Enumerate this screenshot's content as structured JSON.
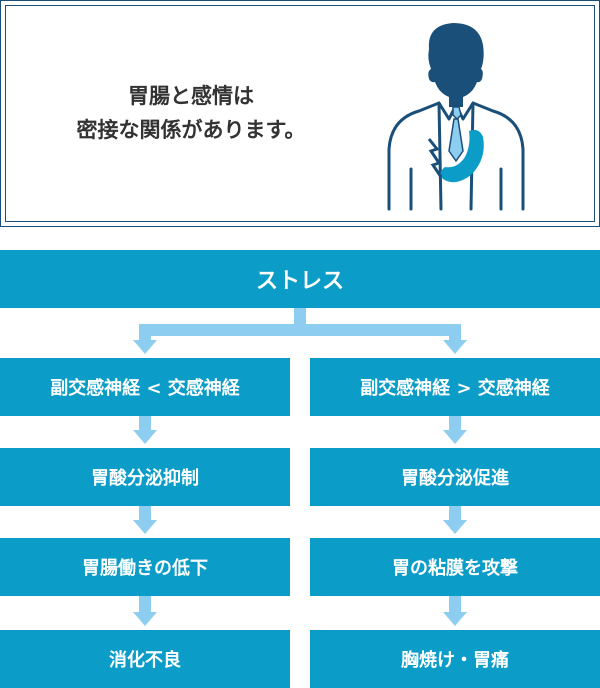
{
  "header": {
    "line1": "胃腸と感情は",
    "line2": "密接な関係があります。"
  },
  "root": {
    "label": "ストレス"
  },
  "left_branch": {
    "steps": [
      "副交感神経 < 交感神経",
      "胃酸分泌抑制",
      "胃腸働きの低下",
      "消化不良"
    ]
  },
  "right_branch": {
    "steps": [
      "副交感神経 > 交感神経",
      "胃酸分泌促進",
      "胃の粘膜を攻撃",
      "胸焼け・胃痛"
    ]
  },
  "colors": {
    "box_fill": "#0b9cc8",
    "arrow": "#8dcdf0",
    "outline": "#1a4f7a",
    "text_dark": "#333333"
  },
  "icons": {
    "illustration": "person-stomach-pain-icon"
  }
}
